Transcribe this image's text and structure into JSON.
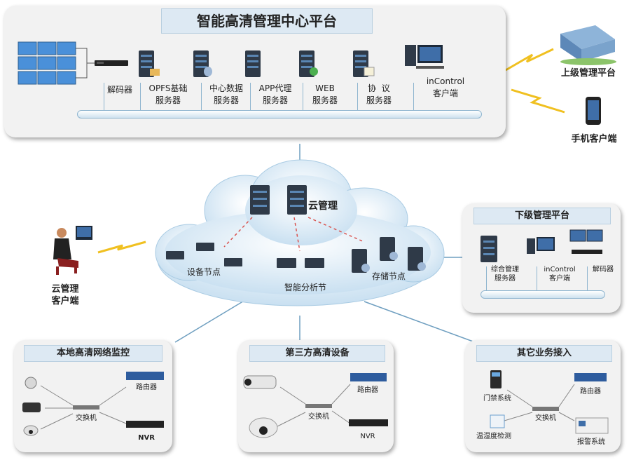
{
  "top_panel": {
    "title": "智能高清管理中心平台",
    "items": [
      {
        "line1": "解码器",
        "line2": ""
      },
      {
        "line1": "OPFS基础",
        "line2": "服务器"
      },
      {
        "line1": "中心数据",
        "line2": "服务器"
      },
      {
        "line1": "APP代理",
        "line2": "服务器"
      },
      {
        "line1": "WEB",
        "line2": "服务器"
      },
      {
        "line1": "协  议",
        "line2": "服务器"
      },
      {
        "line1": "inControl",
        "line2": "客户端"
      }
    ]
  },
  "upper_platform": "上级管理平台",
  "mobile_client": "手机客户端",
  "cloud": {
    "title": "云管理",
    "device_node": "设备节点",
    "analysis_node": "智能分析节",
    "storage_node": "存储节点"
  },
  "cloud_client": {
    "line1": "云管理",
    "line2": "客户端"
  },
  "lower_panel": {
    "title": "下级管理平台",
    "items": [
      {
        "line1": "综合管理",
        "line2": "服务器"
      },
      {
        "line1": "inControl",
        "line2": "客户端"
      },
      {
        "line1": "解码器",
        "line2": ""
      }
    ]
  },
  "local_panel": {
    "title": "本地高清网络监控",
    "switch": "交换机",
    "router": "路由器",
    "nvr": "NVR"
  },
  "third_panel": {
    "title": "第三方高清设备",
    "switch": "交换机",
    "router": "路由器",
    "nvr": "NVR"
  },
  "other_panel": {
    "title": "其它业务接入",
    "switch": "交换机",
    "router": "路由器",
    "access": "门禁系统",
    "temp": "温湿度检测",
    "alarm": "报警系统"
  }
}
